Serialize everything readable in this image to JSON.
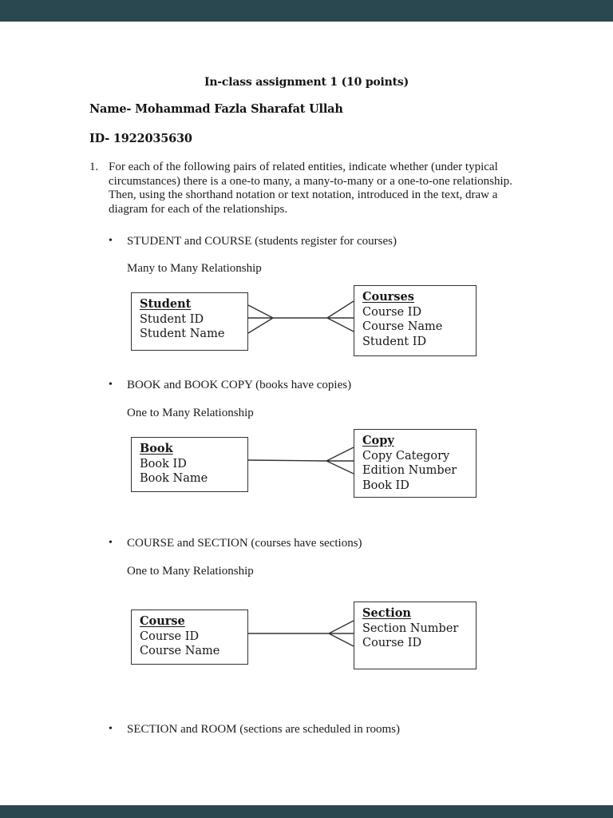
{
  "viewer": {
    "bar_color": "#2a4850"
  },
  "doc": {
    "bullet_glyph": "•",
    "title": "In-class assignment 1 (10 points)",
    "name_line": "Name- Mohammad Fazla Sharafat Ullah",
    "id_line": "ID- 1922035630",
    "question_number": "1.",
    "question_lines": [
      "For each of the following pairs of related entities, indicate whether (under typical",
      "circumstances) there is a one-to many, a many-to-many or a one-to-one relationship.",
      "Then, using the shorthand notation or text notation, introduced in the text, draw a",
      "diagram for each of the relationships."
    ],
    "items": [
      {
        "label": "STUDENT and COURSE (students register for courses)",
        "relationship": "Many to Many Relationship",
        "cardinality": "many-to-many",
        "left_entity": {
          "name": "Student",
          "attributes": [
            "Student ID",
            "Student Name"
          ]
        },
        "right_entity": {
          "name": "Courses",
          "attributes": [
            "Course ID",
            "Course Name",
            "Student ID"
          ]
        }
      },
      {
        "label": "BOOK and BOOK COPY (books have copies)",
        "relationship": "One to Many Relationship",
        "cardinality": "one-to-many",
        "left_entity": {
          "name": "Book",
          "attributes": [
            "Book ID",
            "Book Name"
          ]
        },
        "right_entity": {
          "name": "Copy",
          "attributes": [
            "Copy Category",
            "Edition Number",
            "Book ID"
          ]
        }
      },
      {
        "label": "COURSE and SECTION (courses have sections)",
        "relationship": "One to Many Relationship",
        "cardinality": "one-to-many",
        "left_entity": {
          "name": "Course",
          "attributes": [
            "Course ID",
            "Course Name"
          ]
        },
        "right_entity": {
          "name": "Section",
          "attributes": [
            "Section Number",
            "Course ID"
          ]
        }
      },
      {
        "label": "SECTION and ROOM (sections are scheduled in rooms)"
      }
    ]
  }
}
